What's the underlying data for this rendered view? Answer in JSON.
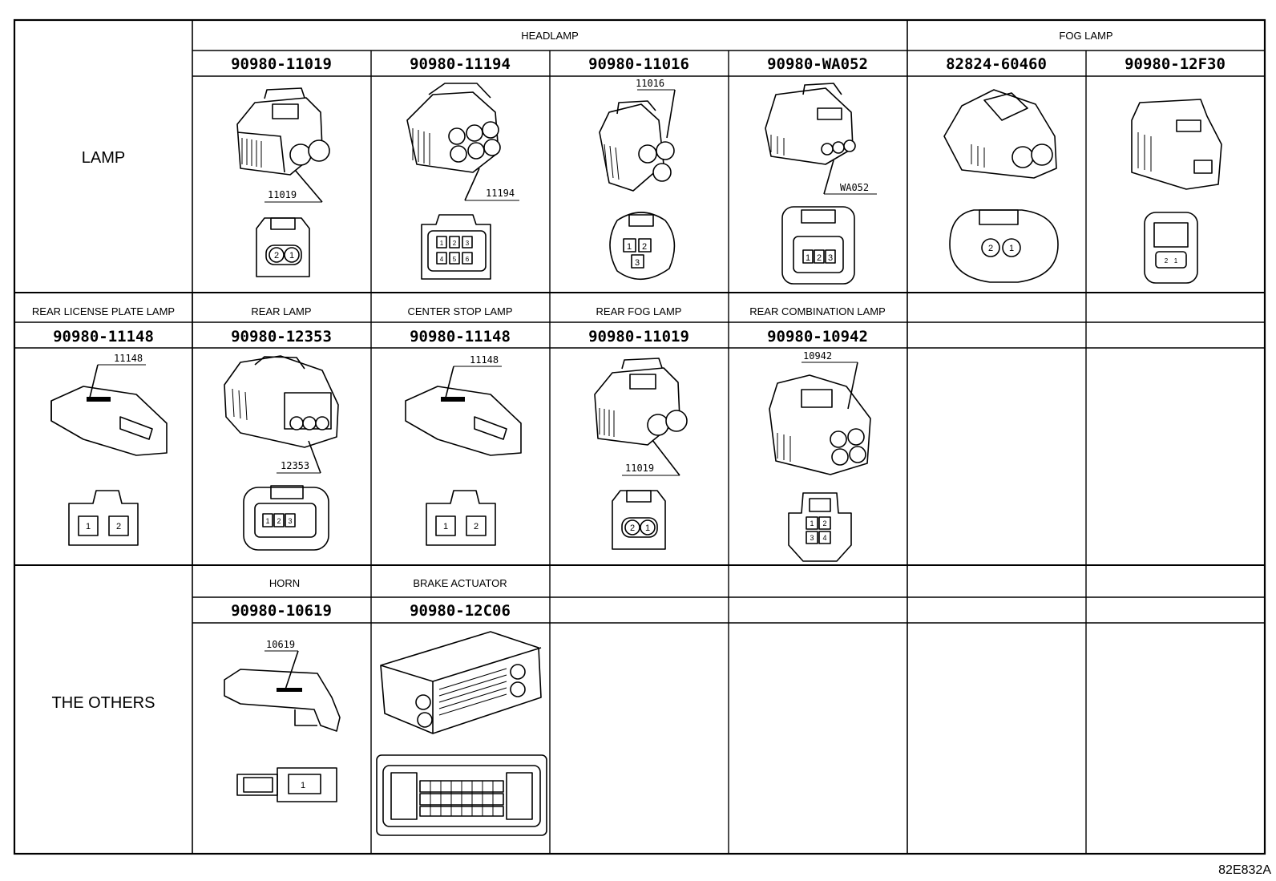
{
  "categories": {
    "lamp": "LAMP",
    "others": "THE OTHERS"
  },
  "row1": {
    "groups": [
      {
        "label": "HEADLAMP"
      },
      {
        "label": "FOG LAMP"
      }
    ],
    "connectors": [
      {
        "part": "90980-11019",
        "callout": "11019",
        "pins": [
          "2",
          "1"
        ]
      },
      {
        "part": "90980-11194",
        "callout": "11194",
        "pins": [
          "1",
          "2",
          "3",
          "4",
          "5",
          "6"
        ]
      },
      {
        "part": "90980-11016",
        "callout": "11016",
        "pins": [
          "1",
          "2",
          "3"
        ]
      },
      {
        "part": "90980-WA052",
        "callout": "WA052",
        "pins": [
          "1",
          "2",
          "3"
        ]
      },
      {
        "part": "82824-60460",
        "callout": "",
        "pins": [
          "2",
          "1"
        ]
      },
      {
        "part": "90980-12F30",
        "callout": "",
        "pins": [
          "2",
          "1"
        ]
      }
    ]
  },
  "row2": {
    "connectors": [
      {
        "section": "REAR LICENSE PLATE LAMP",
        "part": "90980-11148",
        "callout": "11148",
        "pins": [
          "1",
          "2"
        ]
      },
      {
        "section": "REAR LAMP",
        "part": "90980-12353",
        "callout": "12353",
        "pins": [
          "1",
          "2",
          "3"
        ]
      },
      {
        "section": "CENTER STOP LAMP",
        "part": "90980-11148",
        "callout": "11148",
        "pins": [
          "1",
          "2"
        ]
      },
      {
        "section": "REAR FOG LAMP",
        "part": "90980-11019",
        "callout": "11019",
        "pins": [
          "2",
          "1"
        ]
      },
      {
        "section": "REAR COMBINATION LAMP",
        "part": "90980-10942",
        "callout": "10942",
        "pins": [
          "1",
          "2",
          "3",
          "4"
        ]
      }
    ]
  },
  "row3": {
    "connectors": [
      {
        "section": "HORN",
        "part": "90980-10619",
        "callout": "10619",
        "pins": [
          "1"
        ]
      },
      {
        "section": "BRAKE ACTUATOR",
        "part": "90980-12C06",
        "callout": "",
        "pins": []
      }
    ]
  },
  "drawing_code": "82E832A"
}
